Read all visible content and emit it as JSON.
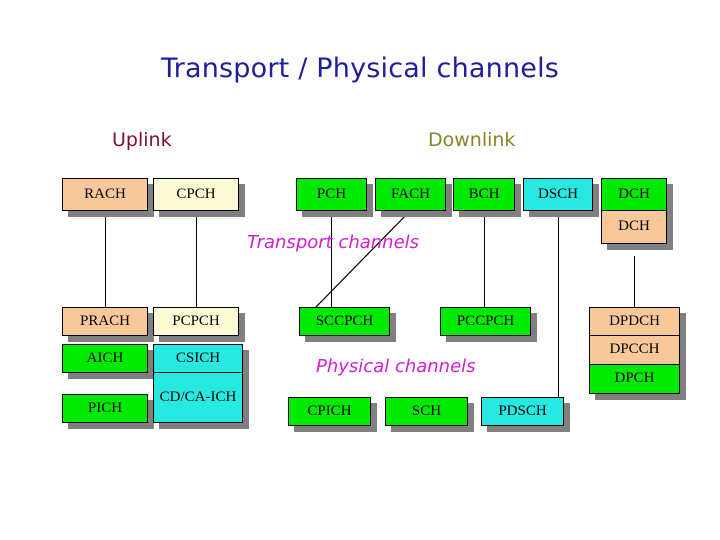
{
  "slide": {
    "title": "Transport / Physical channels",
    "background": "#ffffff",
    "title_color": "#1f1f9c"
  },
  "labels": {
    "uplink": "Uplink",
    "uplink_color": "#7a1128",
    "downlink": "Downlink",
    "downlink_color": "#86862b",
    "transport_channels": "Transport channels",
    "physical_channels": "Physical channels",
    "section_label_color": "#d11fd1"
  },
  "legend_colors": {
    "peach": "#f8c89a",
    "cream": "#fdfbd6",
    "green": "#00e900",
    "cyan": "#27e9e2",
    "shadow": "#808080",
    "border": "#000000"
  },
  "transport_channels": [
    {
      "label": "RACH",
      "color": "peach"
    },
    {
      "label": "CPCH",
      "color": "cream"
    },
    {
      "label": "PCH",
      "color": "green"
    },
    {
      "label": "FACH",
      "color": "green"
    },
    {
      "label": "BCH",
      "color": "green"
    },
    {
      "label": "DSCH",
      "color": "cyan"
    },
    {
      "label": "DCH",
      "color": "green"
    },
    {
      "label": "DCH",
      "color": "peach"
    }
  ],
  "physical_channels": [
    {
      "label": "PRACH",
      "color": "peach"
    },
    {
      "label": "PCPCH",
      "color": "cream"
    },
    {
      "label": "SCCPCH",
      "color": "green"
    },
    {
      "label": "PCCPCH",
      "color": "green"
    },
    {
      "label": "DPDCH",
      "color": "peach"
    },
    {
      "label": "AICH",
      "color": "green"
    },
    {
      "label": "CSICH",
      "color": "cyan"
    },
    {
      "label": "DPCCH",
      "color": "peach"
    },
    {
      "label": "PICH",
      "color": "green"
    },
    {
      "label": "CD/CA-ICH",
      "color": "cyan"
    },
    {
      "label": "DPCH",
      "color": "green"
    },
    {
      "label": "CPICH",
      "color": "green"
    },
    {
      "label": "SCH",
      "color": "green"
    },
    {
      "label": "PDSCH",
      "color": "cyan"
    }
  ],
  "connections": [
    {
      "from": "RACH",
      "to": "PRACH"
    },
    {
      "from": "CPCH",
      "to": "PCPCH"
    },
    {
      "from": "PCH",
      "to": "SCCPCH"
    },
    {
      "from": "FACH",
      "to": "SCCPCH"
    },
    {
      "from": "BCH",
      "to": "PCCPCH"
    },
    {
      "from": "DSCH",
      "to": "PDSCH"
    },
    {
      "from": "DCH",
      "to": "DPDCH"
    }
  ]
}
